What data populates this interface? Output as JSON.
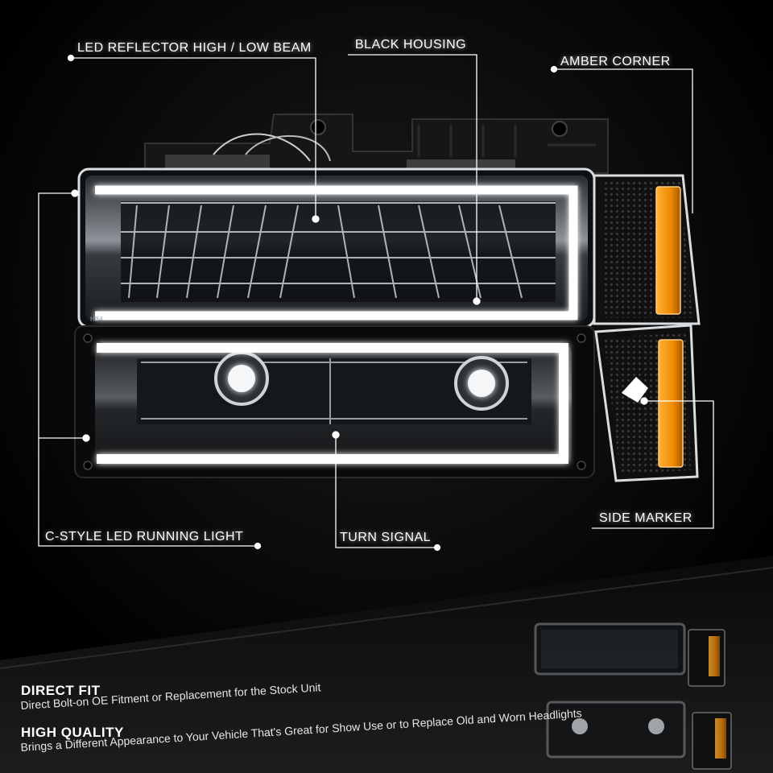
{
  "callouts": {
    "led_reflector": "LED REFLECTOR HIGH / LOW BEAM",
    "black_housing": "BLACK HOUSING",
    "amber_corner": "AMBER CORNER",
    "side_marker": "SIDE MARKER",
    "c_style_led": "C-STYLE LED RUNNING LIGHT",
    "turn_signal": "TURN SIGNAL"
  },
  "features": [
    {
      "title": "DIRECT FIT",
      "desc": "Direct Bolt-on OE Fitment or Replacement for the Stock Unit"
    },
    {
      "title": "HIGH QUALITY",
      "desc": "Brings a Different Appearance to Your Vehicle That's Great for Show Use or to Replace Old and Worn Headlights"
    }
  ],
  "product_marks": {
    "lamp_code": "HB4"
  },
  "colors": {
    "background": "#000000",
    "amber": "#f08a00",
    "led": "#ffffff",
    "chrome": "#cfd3d6"
  }
}
